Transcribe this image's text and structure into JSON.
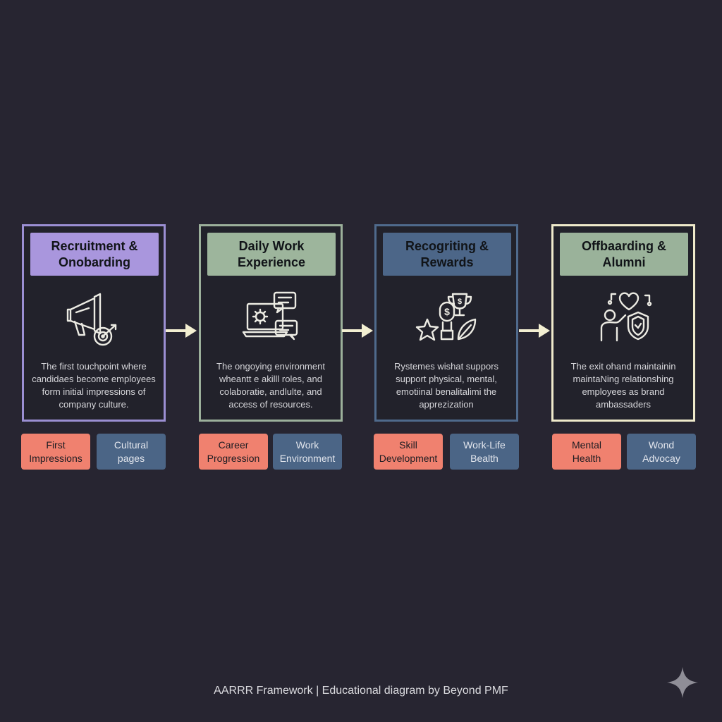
{
  "colors": {
    "background": "#272531",
    "arrow": "#f3efd2",
    "tag_salmon": "#f0816f",
    "tag_slate": "#4b6586"
  },
  "stages": [
    {
      "title": "Recruitment &\nOnobarding",
      "description": "The first touchpoint where\ncandidaes become employees\nform initial impressions of\ncompany culture.",
      "icon": "megaphone-target-icon",
      "border_color": "#9b8fd3",
      "title_bg": "#a996dd",
      "tags": [
        "First\nImpressions",
        "Cultural\npages"
      ]
    },
    {
      "title": "Daily Work\nExperience",
      "description": "The ongoying environment\nwheantt e akilll roles, and\ncolaboratie, andlulte, and\naccess of resources.",
      "icon": "laptop-chat-icon",
      "border_color": "#9cb09b",
      "title_bg": "#9db59c",
      "tags": [
        "Career\nProgression",
        "Work\nEnvironment"
      ]
    },
    {
      "title": "Recogriting &\nRewards",
      "description": "Rystemes wishat suppors\nsupport physical, mental,\nemotiinal benalitalimi the\napprezization",
      "icon": "trophy-star-icon",
      "border_color": "#4f6a8c",
      "title_bg": "#4c6688",
      "tags": [
        "Skill\nDevelopment",
        "Work-Life\nBealth"
      ]
    },
    {
      "title": "Offbaarding &\nAlumni",
      "description": "The exit ohand maintainin\nmaintaNing relationshing\nemployees as brand\nambassaders",
      "icon": "heart-shield-person-icon",
      "border_color": "#efeacb",
      "title_bg": "#9ab29a",
      "tags": [
        "Mental\nHealth",
        "Wond\nAdvocay"
      ]
    }
  ],
  "footer": {
    "text": "AARRR Framework | Educational diagram by Beyond PMF"
  }
}
